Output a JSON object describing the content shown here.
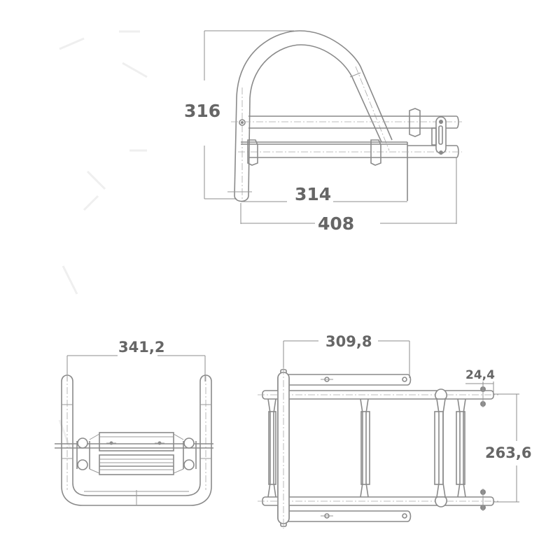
{
  "drawing": {
    "subject": "boarding ladder technical drawing",
    "line_color": "#8a8a8a",
    "label_color": "#666666"
  },
  "views": {
    "side": {
      "dimensions": {
        "height": "316",
        "inner_length": "314",
        "overall_length": "408"
      }
    },
    "front": {
      "dimensions": {
        "width": "341,2"
      }
    },
    "top": {
      "dimensions": {
        "length": "309,8",
        "offset": "24,4",
        "width": "263,6"
      }
    }
  }
}
